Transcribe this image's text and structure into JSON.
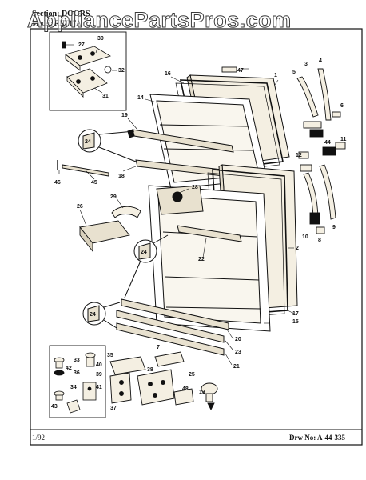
{
  "header": {
    "section_label": "Section:",
    "section_value": "DOORS",
    "model_text": "Model: RNT17A"
  },
  "watermark": "AppliancePartsPros.com",
  "footer": {
    "date": "1/92",
    "drawing_no": "Drw No: A-44-335"
  },
  "callouts": [
    "1",
    "2",
    "3",
    "4",
    "5",
    "6",
    "7",
    "8",
    "9",
    "10",
    "11",
    "12",
    "13",
    "14",
    "15",
    "16",
    "17",
    "18",
    "19",
    "20",
    "21",
    "22",
    "23",
    "24",
    "25",
    "26",
    "27",
    "28",
    "29",
    "30",
    "31",
    "32",
    "33",
    "34",
    "35",
    "36",
    "37",
    "38",
    "39",
    "40",
    "41",
    "42",
    "43",
    "44",
    "45",
    "46",
    "47",
    "48"
  ],
  "colors": {
    "line": "#111111",
    "panel": "#f4efe2",
    "background": "#ffffff"
  }
}
